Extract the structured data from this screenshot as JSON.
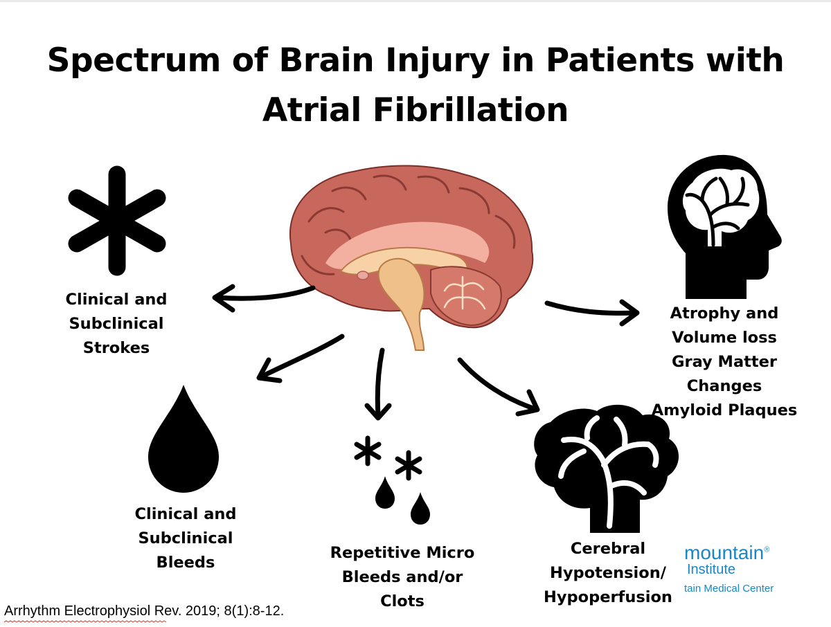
{
  "title": {
    "line1": "Spectrum of Brain Injury in Patients with",
    "line2": "Atrial Fibrillation"
  },
  "labels": {
    "strokes": [
      "Clinical and",
      "Subclinical",
      "Strokes"
    ],
    "bleeds": [
      "Clinical and",
      "Subclinical",
      "Bleeds"
    ],
    "micro": [
      "Repetitive Micro",
      "Bleeds and/or",
      "Clots"
    ],
    "hypoperfusion": [
      "Cerebral",
      "Hypotension/",
      "Hypoperfusion"
    ],
    "atrophy": [
      "Atrophy and",
      "Volume loss",
      "Gray Matter",
      "Changes",
      "Amyloid Plaques"
    ]
  },
  "logo": {
    "name": "mountain",
    "registered": "®",
    "institute": "Institute",
    "center": "tain Medical Center"
  },
  "citation": "Arrhythm Electrophysiol Rev. 2019; 8(1):8-12.",
  "icons": {
    "asterisk": "asterisk-icon",
    "drop": "drop-icon",
    "micro": "micro-bleeds-icon",
    "brain_outline": "brain-vessels-icon",
    "head_profile": "head-brain-profile-icon",
    "center_brain": "brain-cross-section-illustration"
  },
  "colors": {
    "text": "#000000",
    "brand": "#1a86c7",
    "brain_cortex": "#c8685c",
    "brain_inner": "#f0c08a"
  }
}
